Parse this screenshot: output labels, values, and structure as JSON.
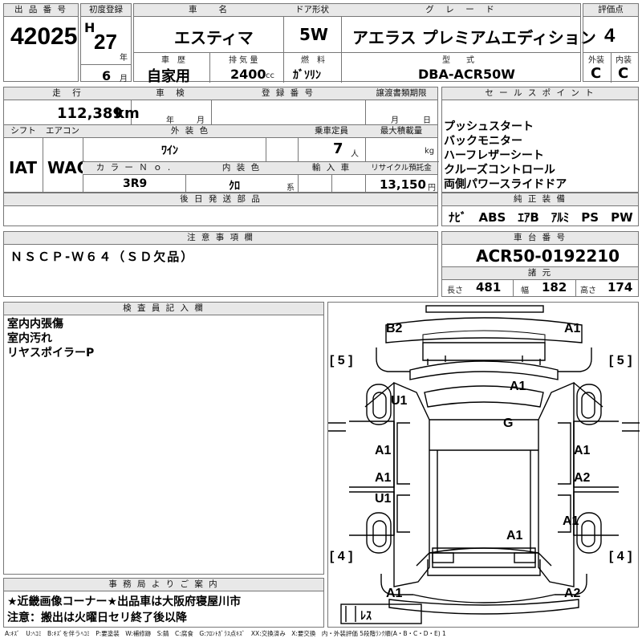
{
  "header": {
    "lot_label": "出 品 番 号",
    "lot_no": "42025",
    "first_reg_label": "初度登録",
    "era": "H",
    "year": "27",
    "year_unit": "年",
    "month": "6",
    "month_unit": "月",
    "car_name_label": "車　　名",
    "car_name": "エスティマ",
    "door_label": "ドア形状",
    "door": "5W",
    "grade_label": "グ　レ　ー　ド",
    "grade": "アエラス プレミアムエディション",
    "score_label": "評価点",
    "score": "4",
    "history_label": "車　歴",
    "history": "自家用",
    "displacement_label": "排 気 量",
    "displacement": "2400",
    "displacement_unit": "cc",
    "fuel_label": "燃　料",
    "fuel": "ｶﾞｿﾘﾝ",
    "model_label": "型　　式",
    "model": "DBA-ACR50W",
    "exterior_label": "外装",
    "exterior": "C",
    "interior_label": "内装",
    "interior": "C"
  },
  "details": {
    "mileage_label": "走　行",
    "mileage": "112,389",
    "mileage_unit": "km",
    "inspection_label": "車　検",
    "inspection_year_unit": "年",
    "inspection_month_unit": "月",
    "reg_no_label": "登 録 番 号",
    "transfer_label": "譲渡書類期限",
    "transfer_month_unit": "月",
    "transfer_day_unit": "日",
    "shift_label": "シフト",
    "shift": "IAT",
    "ac_label": "エアコン",
    "ac": "WAC",
    "color_label": "外 装 色",
    "color": "ﾜｲﾝ",
    "capacity_label": "乗車定員",
    "capacity": "7",
    "capacity_unit": "人",
    "load_label": "最大積載量",
    "load_unit": "kg",
    "color_no_label": "カ ラ ー Ｎ ｏ .",
    "color_no": "3R9",
    "int_color_label": "内 装 色",
    "int_color": "ｸﾛ",
    "int_color_unit": "系",
    "import_label": "輸 入 車",
    "recycle_label": "リサイクル預託金",
    "recycle": "13,150",
    "recycle_unit": "円",
    "later_parts_label": "後 日 発 送 部 品"
  },
  "sales": {
    "label": "セ ー ル ス ポ イ ン ト",
    "points": [
      "プッシュスタート",
      "バックモニター",
      "ハーフレザーシート",
      "クルーズコントロール",
      "両側パワースライドドア"
    ],
    "equip_label": "純 正 装 備",
    "equip": "ﾅﾋﾞ　ABS　ｴｱB　ｱﾙﾐ　PS　PW"
  },
  "notes": {
    "label": "注 意 事 項 欄",
    "text": "ＮＳＣＰ-Ｗ６４（ＳＤ欠品）",
    "chassis_label": "車 台 番 号",
    "chassis": "ACR50-0192210",
    "dims_label": "諸 元",
    "length_label": "長さ",
    "length": "481",
    "width_label": "幅",
    "width": "182",
    "height_label": "高さ",
    "height": "174"
  },
  "inspector": {
    "label": "検 査 員 記 入 欄",
    "lines": [
      "室内内張傷",
      "室内汚れ",
      "リヤスポイラーP"
    ]
  },
  "diagram": {
    "marks": [
      "B2",
      "A1",
      "A1",
      "U1",
      "G",
      "A1",
      "A1",
      "A1",
      "A2",
      "U1",
      "A1",
      "A1",
      "A1",
      "A2"
    ],
    "tire_fl": "5",
    "tire_fr": "5",
    "tire_rl": "4",
    "tire_rr": "4",
    "spare": "ﾚｽ",
    "bracket_l": "[",
    "bracket_r": "]"
  },
  "office": {
    "label": "事 務 局 よ り ご 案 内",
    "line1": "★近畿画像コーナー★出品車は大阪府寝屋川市",
    "line2": "注意：搬出は火曜日セリ終了後以降"
  },
  "legend": "A:ｷｽﾞ　U:ﾍｺﾐ　B:ｷｽﾞを伴うﾍｺﾐ　P:要塗装　W:補修跡　S:錆　C:腐食　G:ﾌﾛﾝﾄｶﾞﾗｽ点ｷｽﾞ　XX:交換済み　X:要交換　内・外装評価 5段階ﾗﾝｸ順(A・B・C・D・E) 1"
}
